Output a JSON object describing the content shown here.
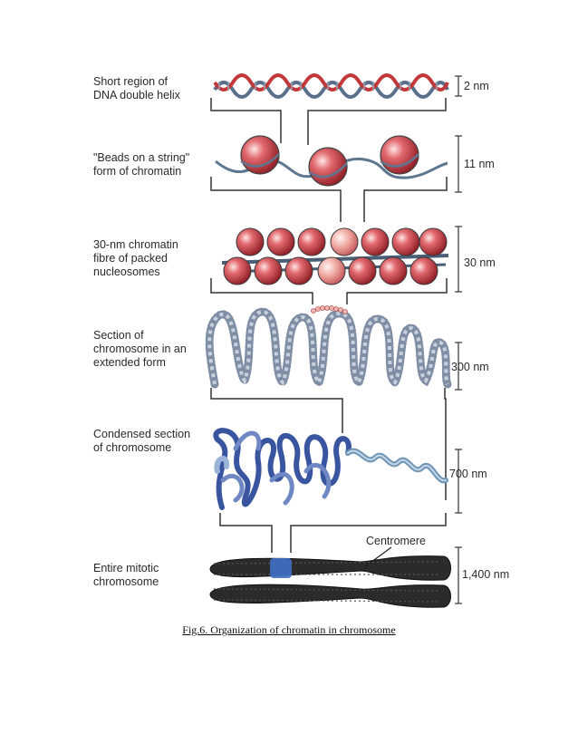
{
  "figure": {
    "levels": [
      {
        "label": "Short region of\nDNA double helix",
        "scale": "2 nm"
      },
      {
        "label": "\"Beads on a string\"\nform of chromatin",
        "scale": "11 nm"
      },
      {
        "label": "30-nm chromatin\nfibre of packed\nnucleosomes",
        "scale": "30 nm"
      },
      {
        "label": "Section of\nchromosome in an\nextended form",
        "scale": "300 nm"
      },
      {
        "label": "Condensed section\nof chromosome",
        "scale": "700 nm"
      },
      {
        "label": "Entire mitotic\nchromosome",
        "scale": "1,400 nm"
      }
    ],
    "centromere_label": "Centromere",
    "colors": {
      "nucleosome": "#c8303a",
      "dna": "#6e8aa8",
      "condensed": "#3b5aa5",
      "chromosome": "#222222"
    }
  },
  "caption": "Fig.6. Organization of chromatin in chromosome"
}
